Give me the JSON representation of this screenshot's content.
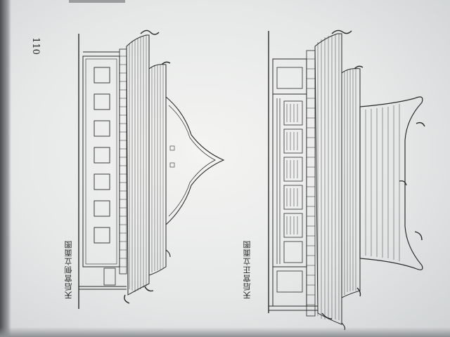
{
  "page": {
    "number": "110"
  },
  "figures": [
    {
      "id": "side-elevation",
      "caption": "天后宫侧立面图"
    },
    {
      "id": "front-elevation",
      "caption": "天后宫正立面图"
    }
  ],
  "colors": {
    "paper": "#ececea",
    "ink": "#2a2a2a",
    "shadow": "#5b5d5f"
  }
}
